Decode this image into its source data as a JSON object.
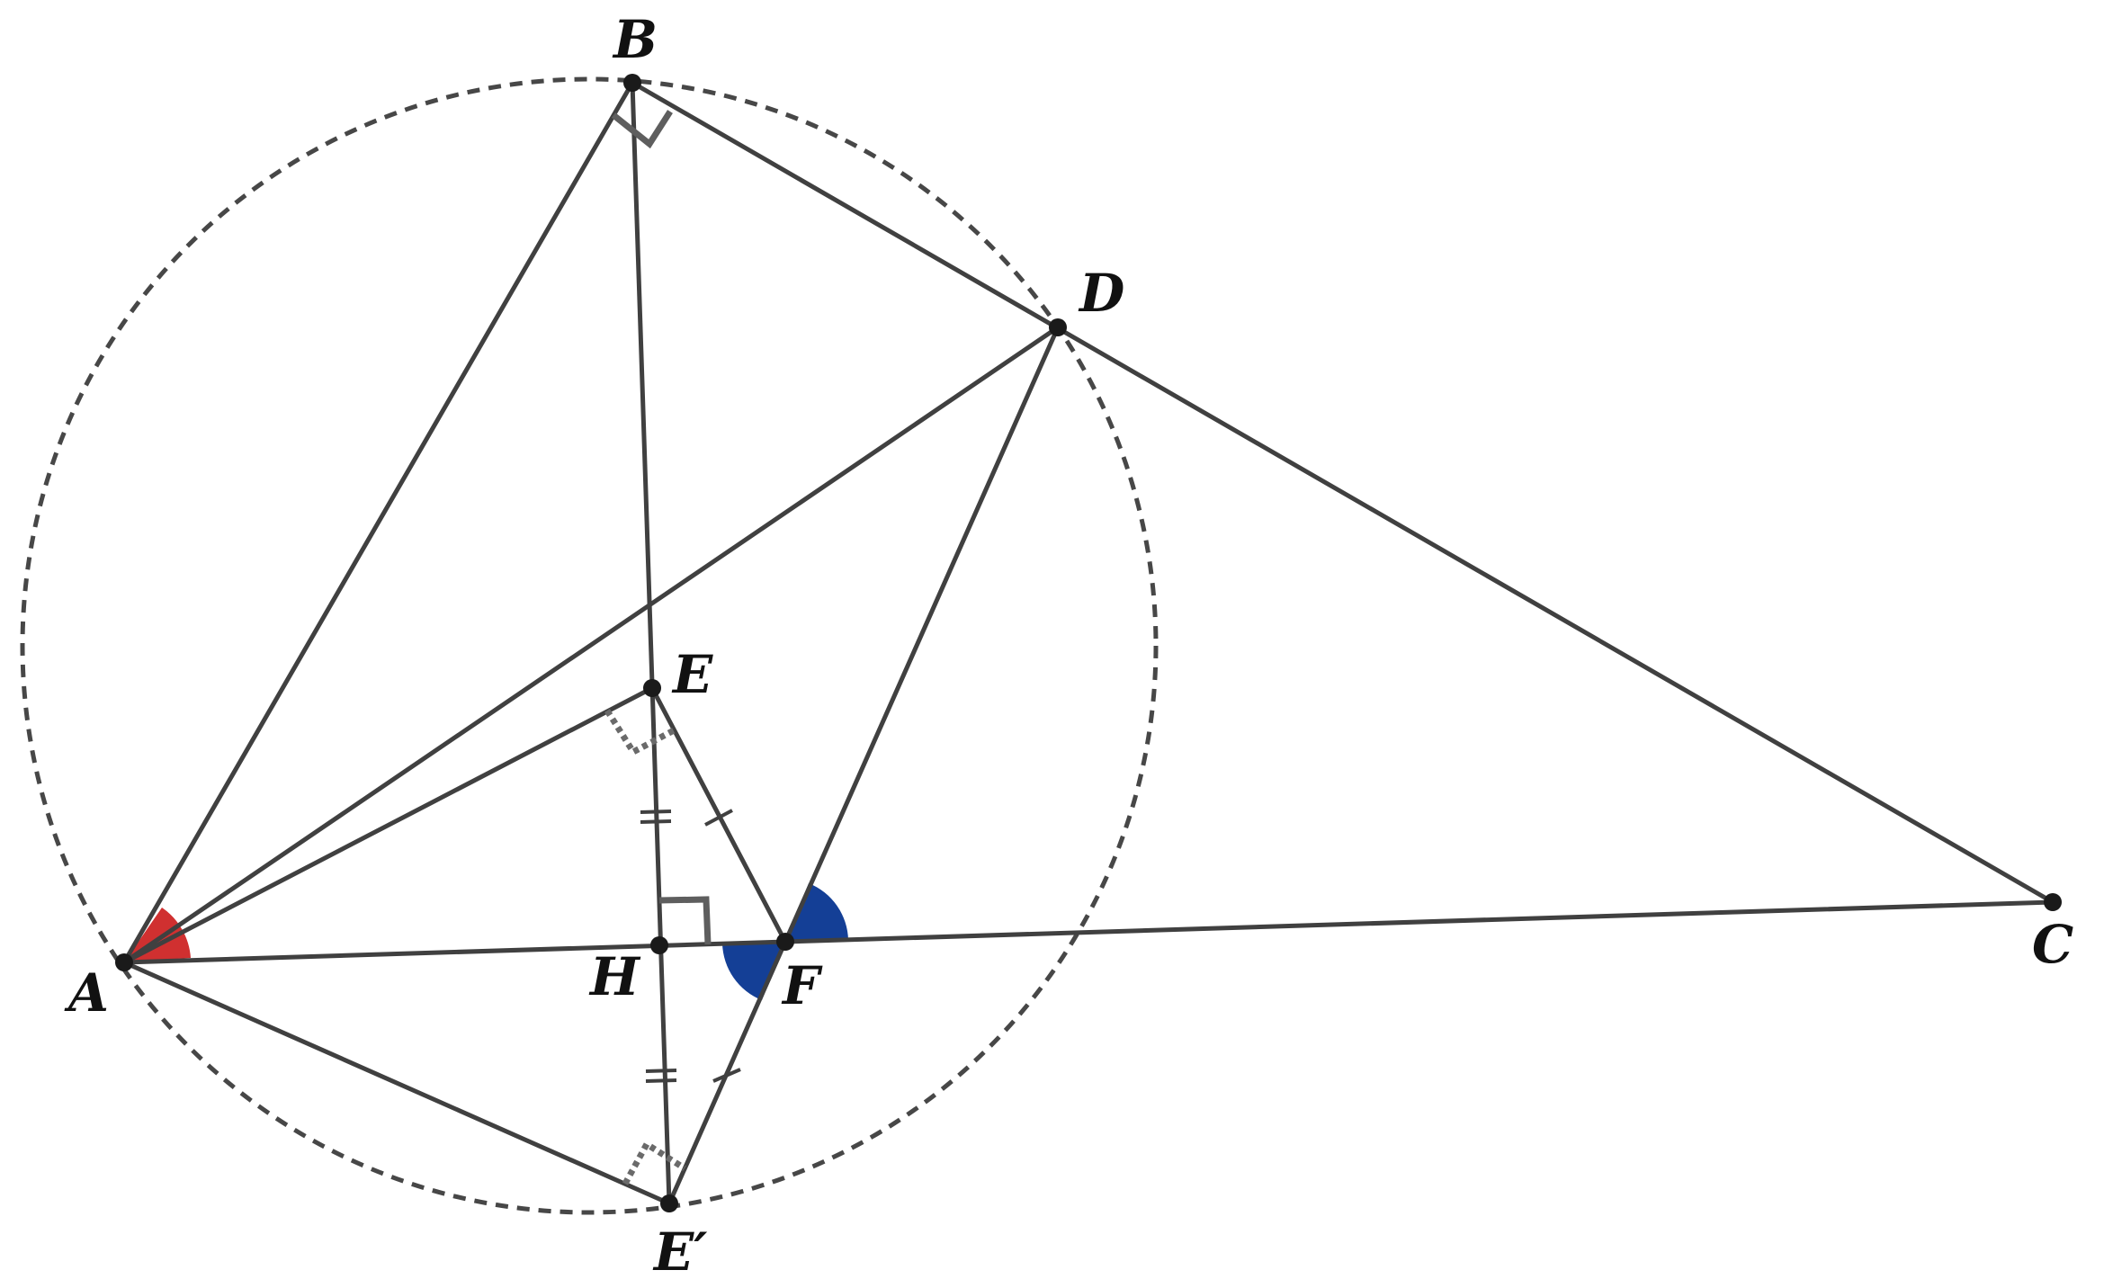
{
  "points": {
    "A": "A",
    "B": "B",
    "C": "C",
    "D": "D",
    "E": "E",
    "E_prime": "E′",
    "F": "F",
    "H": "H"
  },
  "colors": {
    "angle_A": "#d03030",
    "angle_F": "#143f96",
    "lines": "#404040"
  }
}
